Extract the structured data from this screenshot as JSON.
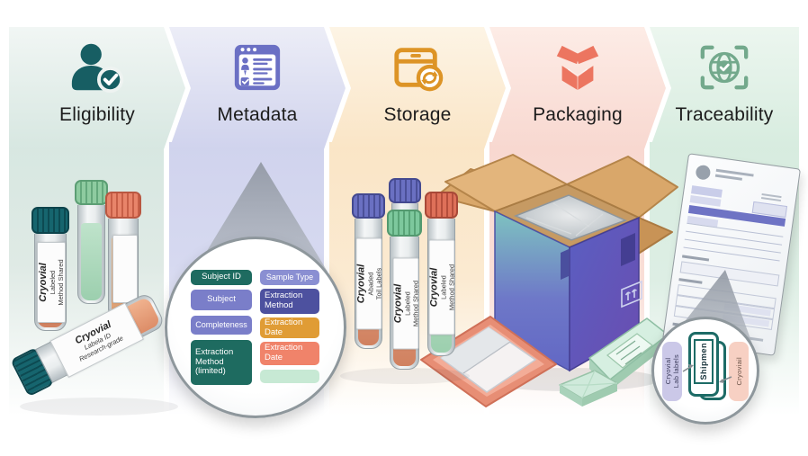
{
  "stages": [
    {
      "label": "Eligibility",
      "icon": "person-check-icon",
      "accent": "#175E63",
      "band": "#d7e7e1"
    },
    {
      "label": "Metadata",
      "icon": "form-checklist-icon",
      "accent": "#6B70C4",
      "band": "#d0d3ed"
    },
    {
      "label": "Storage",
      "icon": "storage-box-sync-icon",
      "accent": "#DD9426",
      "band": "#fae5c6"
    },
    {
      "label": "Packaging",
      "icon": "open-box-icon",
      "accent": "#EC7560",
      "band": "#f8d8d0"
    },
    {
      "label": "Traceability",
      "icon": "globe-check-scan-icon",
      "accent": "#73A98C",
      "band": "#d7ecdf"
    }
  ],
  "metadata_magnifier": {
    "fields_left": [
      {
        "label": "Subject ID",
        "color": "#1E6B60"
      },
      {
        "label": "Subject",
        "color": "#7A7EC9"
      },
      {
        "label": "Completeness",
        "color": "#7A7EC9"
      },
      {
        "label": "Extraction Method (limited)",
        "color": "#1E6B60"
      }
    ],
    "fields_right": [
      {
        "label": "Sample Type",
        "color": "#8A8FD2"
      },
      {
        "label": "Extraction Method",
        "color": "#4D519F"
      },
      {
        "label": "Extraction Date",
        "color": "#E09C35"
      },
      {
        "label": "Extraction Date",
        "color": "#F0836A"
      },
      {
        "label": "",
        "color": "#C7E9D4"
      }
    ]
  },
  "vials": {
    "left_front": {
      "line1": "Cryovial",
      "line2": "Labeled",
      "line3": "Method Shared"
    },
    "left_tilted": {
      "line1": "Cryovial",
      "line2": "Labela ID",
      "line3": "Research-grade"
    },
    "storage_front_left": {
      "line1": "Cryovial",
      "line2": "Abaded",
      "line3": "Toil Labels"
    },
    "storage_front_center": {
      "line1": "Cryovial",
      "line2": "Labeled",
      "line3": "Method Shared"
    },
    "storage_front_right": {
      "line1": "Cryovial",
      "line2": "Labeled",
      "line3": "Method Shared"
    }
  },
  "traceability_magnifier": {
    "left_tag_line1": "Cryovial",
    "left_tag_line2": "Lab labels",
    "device_label": "Shipmen",
    "right_tag": "Cryoviail"
  }
}
